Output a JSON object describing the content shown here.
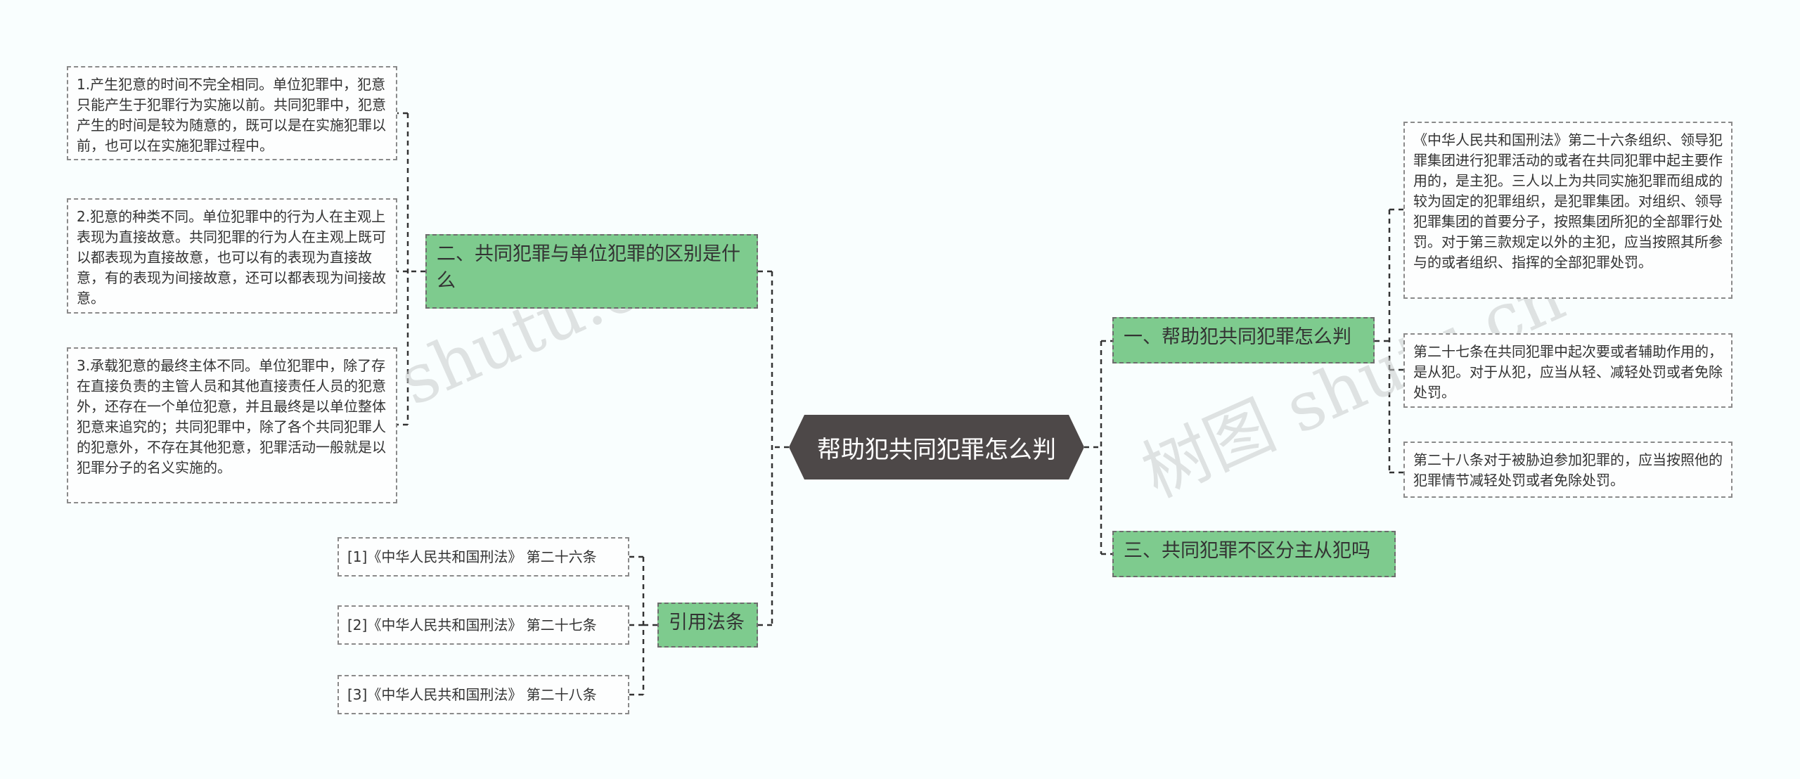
{
  "root": {
    "title": "帮助犯共同犯罪怎么判"
  },
  "left": {
    "difference": {
      "label": "二、共同犯罪与单位犯罪的区别是什么",
      "points": [
        "1.产生犯意的时间不完全相同。单位犯罪中，犯意只能产生于犯罪行为实施以前。共同犯罪中，犯意产生的时间是较为随意的，既可以是在实施犯罪以前，也可以在实施犯罪过程中。",
        "2.犯意的种类不同。单位犯罪中的行为人在主观上表现为直接故意。共同犯罪的行为人在主观上既可以都表现为直接故意，也可以有的表现为直接故意，有的表现为间接故意，还可以都表现为间接故意。",
        "3.承载犯意的最终主体不同。单位犯罪中，除了存在直接负责的主管人员和其他直接责任人员的犯意外，还存在一个单位犯意，并且最终是以单位整体犯意来追究的；共同犯罪中，除了各个共同犯罪人的犯意外，不存在其他犯意，犯罪活动一般就是以犯罪分子的名义实施的。"
      ]
    },
    "citations": {
      "label": "引用法条",
      "items": [
        "[1]《中华人民共和国刑法》 第二十六条",
        "[2]《中华人民共和国刑法》 第二十七条",
        "[3]《中华人民共和国刑法》 第二十八条"
      ]
    }
  },
  "right": {
    "how_judged": {
      "label": "一、帮助犯共同犯罪怎么判",
      "articles": [
        "《中华人民共和国刑法》第二十六条组织、领导犯罪集团进行犯罪活动的或者在共同犯罪中起主要作用的，是主犯。三人以上为共同实施犯罪而组成的较为固定的犯罪组织，是犯罪集团。对组织、领导犯罪集团的首要分子，按照集团所犯的全部罪行处罚。对于第三款规定以外的主犯，应当按照其所参与的或者组织、指挥的全部犯罪处罚。",
        "第二十七条在共同犯罪中起次要或者辅助作用的，是从犯。对于从犯，应当从轻、减轻处罚或者免除处罚。",
        "第二十八条对于被胁迫参加犯罪的，应当按照他的犯罪情节减轻处罚或者免除处罚。"
      ]
    },
    "no_distinction": {
      "label": "三、共同犯罪不区分主从犯吗"
    }
  },
  "watermark": {
    "text": "树图 shutu.cn"
  },
  "colors": {
    "root": "#4d4848",
    "branch": "#7ecb8e",
    "line": "#333333",
    "background": "#f9fefe"
  }
}
